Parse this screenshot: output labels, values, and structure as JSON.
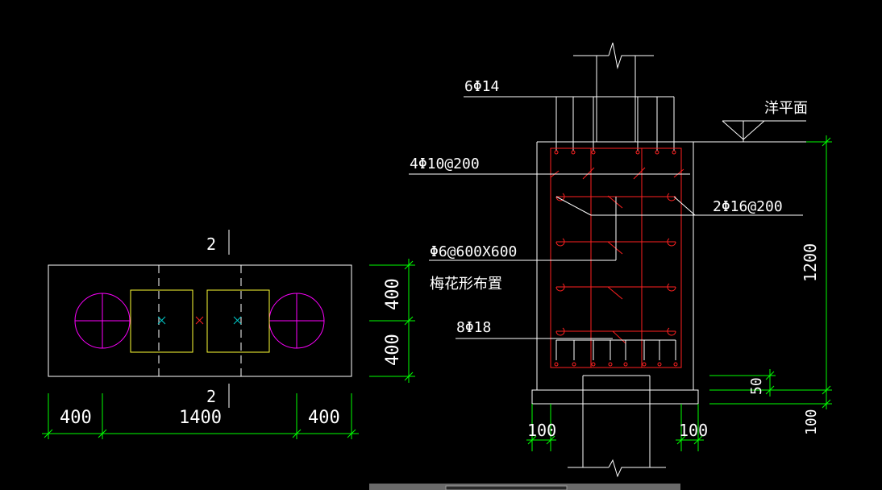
{
  "colors": {
    "background": "#000000",
    "outline": "#ffffff",
    "dimension": "#00ff00",
    "rebar": "#ff2020",
    "column": "#ffff33",
    "pile": "#ff00ff",
    "center_mark": "#00cccc"
  },
  "plan_view": {
    "section_marker_top": "2",
    "section_marker_bottom": "2",
    "dims_horizontal": [
      "400",
      "1400",
      "400"
    ],
    "dims_vertical": [
      "400",
      "400"
    ]
  },
  "section_view": {
    "labels": {
      "top_bars": "6Φ14",
      "stirrups": "4Φ10@200",
      "ground_level": "洋平面",
      "side_bars": "2Φ16@200",
      "tie_bars": "Φ6@600X600",
      "tie_layout": "梅花形布置",
      "bottom_bars": "8Φ18"
    },
    "dims": {
      "height": "1200",
      "cover": "50",
      "base_offset": "100",
      "left_step": "100",
      "right_step": "100"
    }
  }
}
